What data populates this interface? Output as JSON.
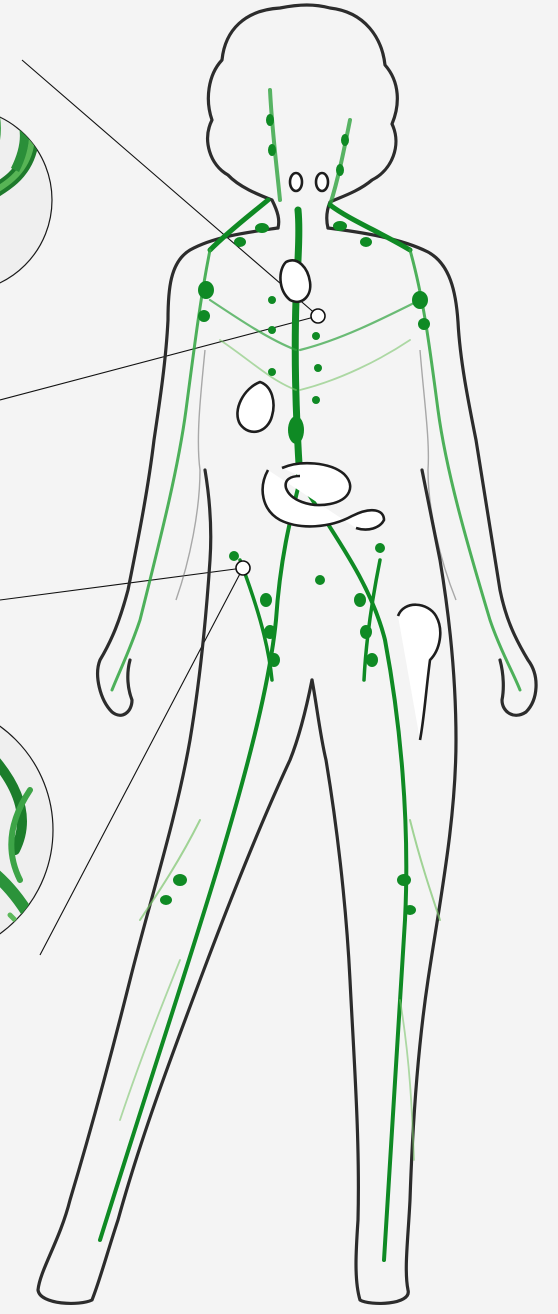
{
  "colors": {
    "background": "#f4f4f4",
    "lymph_dark": "#0f8a24",
    "lymph_mid": "#2fa33e",
    "lymph_light": "#7cc46c",
    "outline": "#2c2c2c",
    "organ_fill": "#ffffff"
  },
  "illustration": {
    "subject": "female-body-lymphatic-system",
    "callouts": [
      {
        "id": "chest-node",
        "points_to": "upper-left-inset"
      },
      {
        "id": "groin-node",
        "points_to": "lower-left-inset"
      }
    ],
    "insets": [
      {
        "id": "upper-left-inset",
        "content": "lymph-vessel-closeup"
      },
      {
        "id": "lower-left-inset",
        "content": "lymph-node-closeup"
      }
    ]
  }
}
